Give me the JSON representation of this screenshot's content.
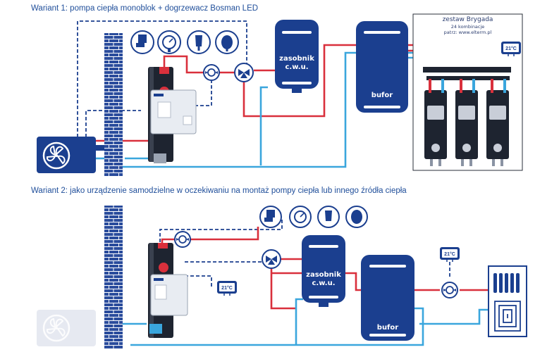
{
  "variant1": {
    "caption": "Wariant 1: pompa ciepła monoblok + dogrzewacz Bosman LED",
    "tank_label_line1": "zasobnik",
    "tank_label_line2": "c.w.u.",
    "buffer_label": "bufor",
    "set_title": "zestaw Brygada",
    "set_subtitle": "24 kombinacje",
    "set_url": "patrz: www.elterm.pl",
    "thermostat": "21°C"
  },
  "variant2": {
    "caption": "Wariant 2: jako urządzenie samodzielne w oczekiwaniu na montaż pompy ciepła lub innego źródła ciepła",
    "tank_label_line1": "zasobnik",
    "tank_label_line2": "c.w.u.",
    "buffer_label": "bufor",
    "thermostat_a": "21°C",
    "thermostat_b": "21°C"
  },
  "colors": {
    "navy": "#1b3f8f",
    "hot_pipe": "#d9303c",
    "cold_pipe": "#3aa6dd",
    "control_line": "#1b3f8f",
    "wall": "#2a4c9c",
    "heat_pump_inactive": "#e6e9f1"
  },
  "icons": [
    "heat-pump-icon",
    "safety-valve-icon",
    "pressure-gauge-icon",
    "air-vent-icon",
    "expansion-vessel-icon",
    "circulation-pump-icon",
    "three-way-valve-icon",
    "thermostat-icon",
    "radiator-icon",
    "floor-heating-icon",
    "electric-heater-icon"
  ]
}
